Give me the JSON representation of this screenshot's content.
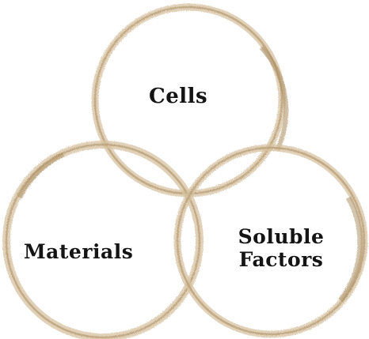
{
  "diagram": {
    "labels": {
      "top": "Cells",
      "left": "Materials",
      "right_line1": "Soluble",
      "right_line2": "Factors"
    },
    "colors": {
      "ring": "#c8b08a",
      "ring_dark": "#a88a5e",
      "text": "#141414",
      "background": "#ffffff"
    }
  }
}
